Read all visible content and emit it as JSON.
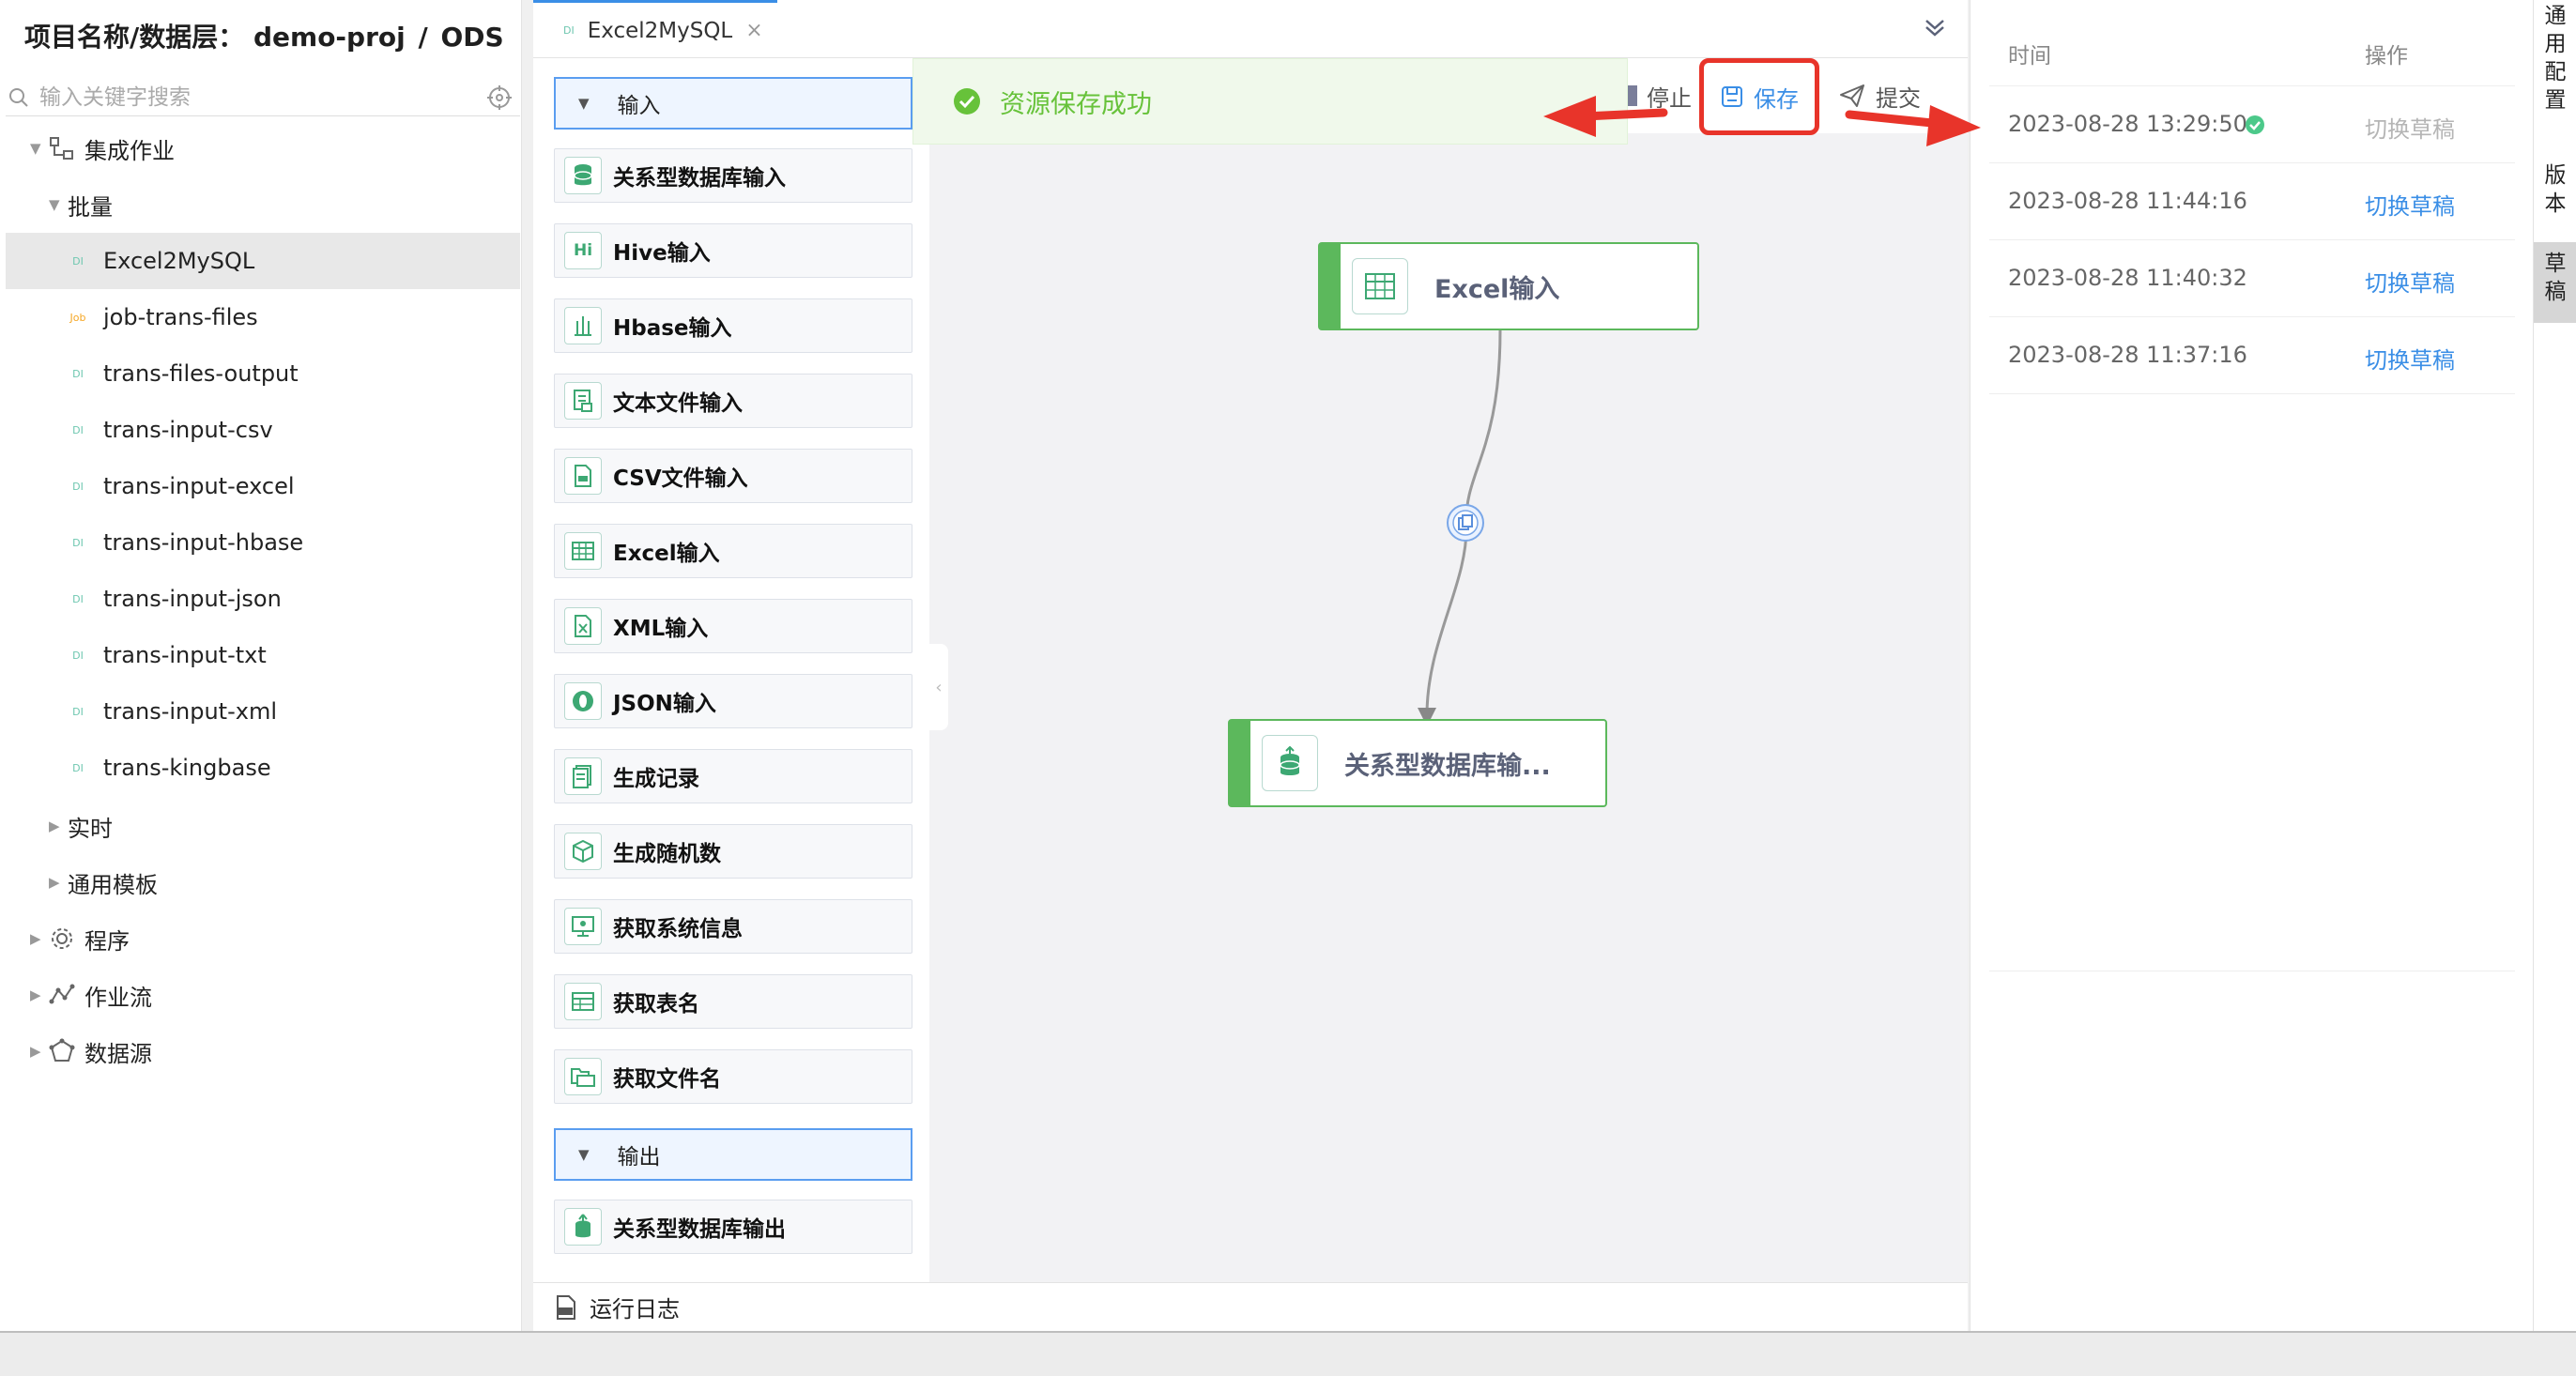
{
  "project": {
    "label": "项目名称/数据层：",
    "name": "demo-proj",
    "sep": "/",
    "layer": "ODS"
  },
  "search": {
    "placeholder": "输入关键字搜索"
  },
  "tree": {
    "integration_job": "集成作业",
    "batch": "批量",
    "items": [
      {
        "tag": "DI",
        "name": "Excel2MySQL"
      },
      {
        "tag": "Job",
        "name": "job-trans-files"
      },
      {
        "tag": "DI",
        "name": "trans-files-output"
      },
      {
        "tag": "DI",
        "name": "trans-input-csv"
      },
      {
        "tag": "DI",
        "name": "trans-input-excel"
      },
      {
        "tag": "DI",
        "name": "trans-input-hbase"
      },
      {
        "tag": "DI",
        "name": "trans-input-json"
      },
      {
        "tag": "DI",
        "name": "trans-input-txt"
      },
      {
        "tag": "DI",
        "name": "trans-input-xml"
      },
      {
        "tag": "DI",
        "name": "trans-kingbase"
      }
    ],
    "realtime": "实时",
    "templates": "通用模板",
    "program": "程序",
    "workflow": "作业流",
    "datasource": "数据源"
  },
  "tab": {
    "tag": "DI",
    "title": "Excel2MySQL",
    "close": "×"
  },
  "palette": {
    "input_group": "输入",
    "inputs": [
      {
        "icon": "db-icon",
        "label": "关系型数据库输入"
      },
      {
        "icon": "hive-icon",
        "glyph": "Hi",
        "label": "Hive输入"
      },
      {
        "icon": "hbase-icon",
        "label": "Hbase输入"
      },
      {
        "icon": "text-file-icon",
        "label": "文本文件输入"
      },
      {
        "icon": "csv-file-icon",
        "label": "CSV文件输入"
      },
      {
        "icon": "excel-table-icon",
        "label": "Excel输入"
      },
      {
        "icon": "xml-file-icon",
        "label": "XML输入"
      },
      {
        "icon": "json-icon",
        "label": "JSON输入"
      },
      {
        "icon": "record-icon",
        "label": "生成记录"
      },
      {
        "icon": "random-cube-icon",
        "label": "生成随机数"
      },
      {
        "icon": "system-info-icon",
        "label": "获取系统信息"
      },
      {
        "icon": "table-name-icon",
        "label": "获取表名"
      },
      {
        "icon": "file-name-icon",
        "label": "获取文件名"
      }
    ],
    "output_group": "输出",
    "outputs": [
      {
        "icon": "db-output-icon",
        "label": "关系型数据库输出"
      }
    ]
  },
  "toast": {
    "message": "资源保存成功"
  },
  "toolbar": {
    "stop": "停止",
    "save": "保存",
    "submit": "提交"
  },
  "nodes": {
    "excel": "Excel输入",
    "rdb": "关系型数据库输..."
  },
  "runlog": {
    "label": "运行日志"
  },
  "versions": {
    "col_time": "时间",
    "col_action": "操作",
    "rows": [
      {
        "time": "2023-08-28 13:29:50",
        "action": "切换草稿",
        "current": true
      },
      {
        "time": "2023-08-28 11:44:16",
        "action": "切换草稿",
        "current": false
      },
      {
        "time": "2023-08-28 11:40:32",
        "action": "切换草稿",
        "current": false
      },
      {
        "time": "2023-08-28 11:37:16",
        "action": "切换草稿",
        "current": false
      }
    ]
  },
  "side_tabs": [
    {
      "chars": [
        "通",
        "用",
        "配",
        "置"
      ],
      "active": false
    },
    {
      "chars": [
        "版",
        "本"
      ],
      "active": false
    },
    {
      "chars": [
        "草",
        "稿"
      ],
      "active": true
    }
  ],
  "colors": {
    "accent": "#3a8ee6",
    "success": "#67c23a",
    "node": "#5cb85c",
    "highlight": "#e8342a"
  }
}
